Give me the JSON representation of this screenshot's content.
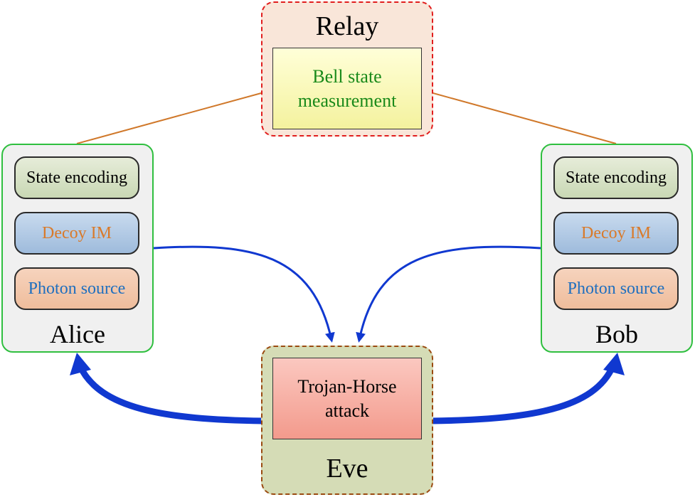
{
  "relay": {
    "title": "Relay",
    "measurement": "Bell state measurement"
  },
  "alice": {
    "title": "Alice",
    "modules": [
      "State encoding",
      "Decoy IM",
      "Photon source"
    ]
  },
  "bob": {
    "title": "Bob",
    "modules": [
      "State encoding",
      "Decoy IM",
      "Photon source"
    ]
  },
  "eve": {
    "title": "Eve",
    "attack": "Trojan-Horse attack"
  },
  "colors": {
    "orange_line": "#d0782a",
    "blue_arrow": "#1038d0",
    "relay_border": "#e11d1d",
    "eve_border": "#9a4a10",
    "party_border": "#2fbf3f",
    "bsm_text": "#1a8a1a"
  }
}
